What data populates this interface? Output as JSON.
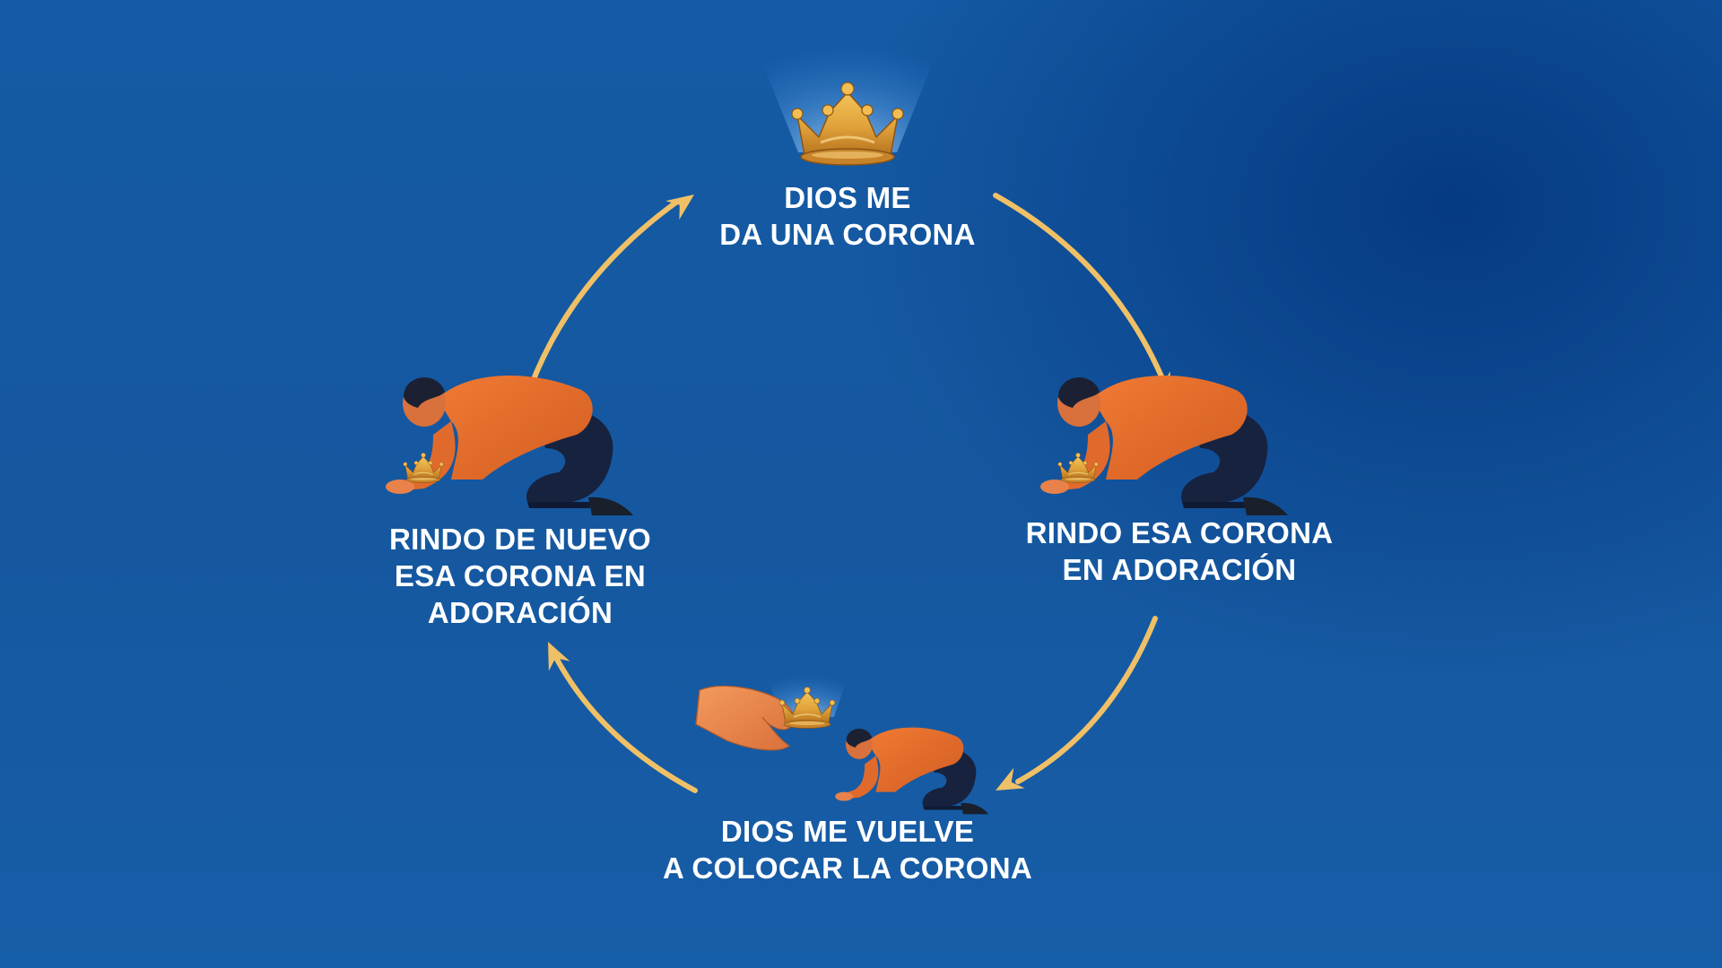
{
  "diagram": {
    "type": "cycle",
    "colors": {
      "arrow": "#f0c066",
      "text": "#ffffff",
      "shirt": "#e8702e",
      "pants": "#14213d",
      "crown": "#e3a63a",
      "skin": "#e8824a"
    },
    "steps": [
      {
        "id": "top",
        "icon": "glowing-crown-icon",
        "line1": "DIOS ME",
        "line2": "DA UNA CORONA"
      },
      {
        "id": "right",
        "icon": "kneeling-man-with-crown-icon",
        "line1": "RINDO ESA CORONA",
        "line2": "EN ADORACIÓN"
      },
      {
        "id": "bottom",
        "icon": "hand-placing-crown-on-man-icon",
        "line1": "DIOS ME VUELVE",
        "line2": "A COLOCAR LA CORONA"
      },
      {
        "id": "left",
        "icon": "kneeling-man-with-crown-icon",
        "line1": "RINDO DE NUEVO",
        "line2": "ESA CORONA EN",
        "line3": "ADORACIÓN"
      }
    ]
  }
}
